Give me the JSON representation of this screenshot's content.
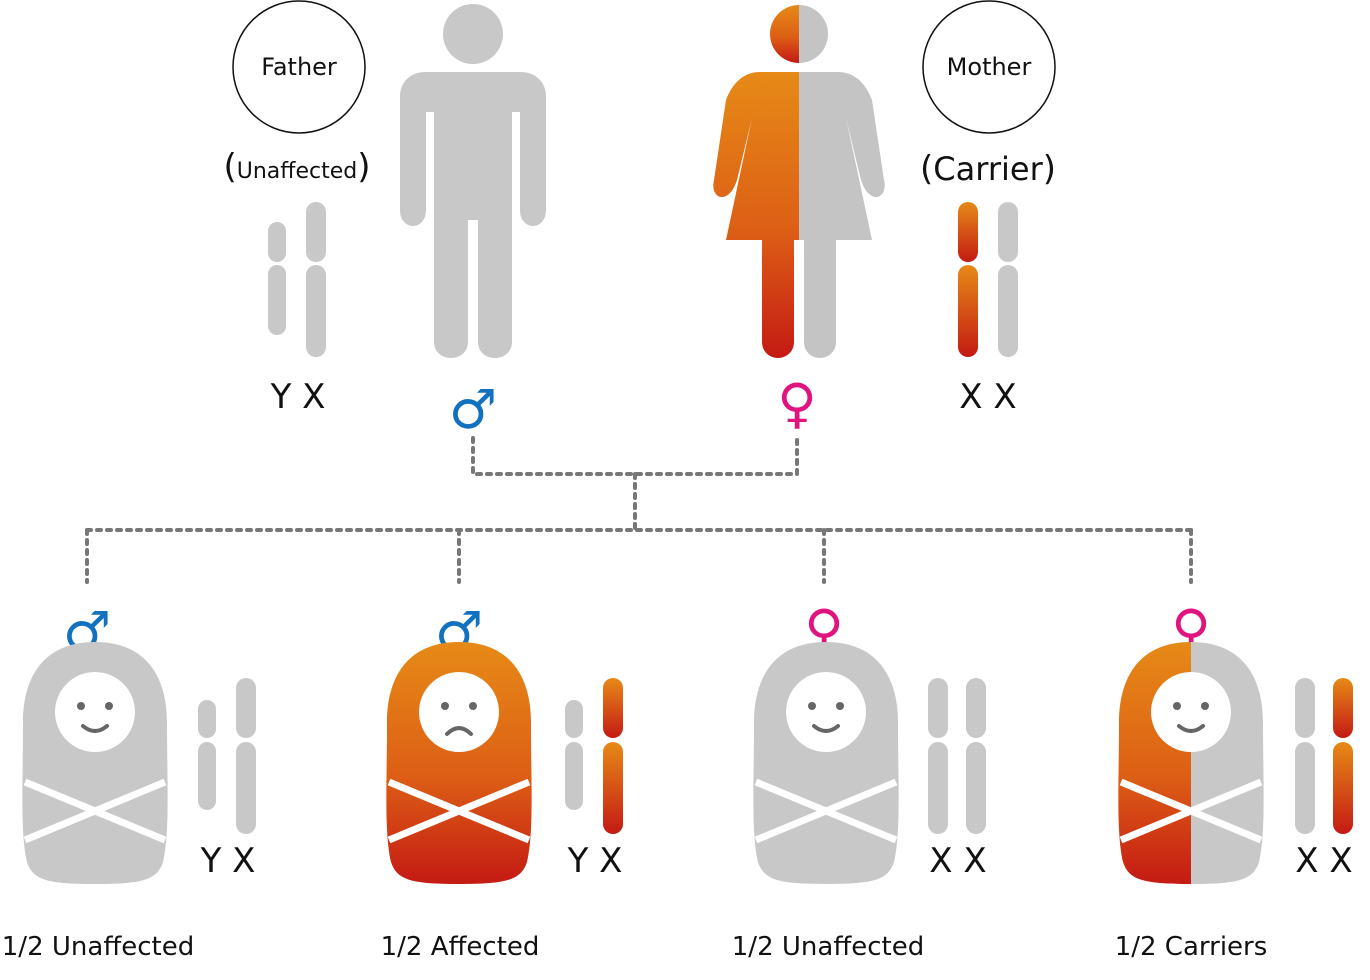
{
  "parents": {
    "father": {
      "label": "Father",
      "status": "Unaffected",
      "chromosomes": "Y X",
      "symbol": "♂"
    },
    "mother": {
      "label": "Mother",
      "status": "Carrier",
      "chromosomes": "X X",
      "symbol": "♀"
    }
  },
  "children": [
    {
      "symbol": "♂",
      "chromosomes": "Y X",
      "caption": "1/2 Unaffected",
      "mood": "happy",
      "coloring": "gray"
    },
    {
      "symbol": "♂",
      "chromosomes": "Y X",
      "caption": "1/2 Affected",
      "mood": "sad",
      "coloring": "orange"
    },
    {
      "symbol": "♀",
      "chromosomes": "X X",
      "caption": "1/2 Unaffected",
      "mood": "happy",
      "coloring": "gray"
    },
    {
      "symbol": "♀",
      "chromosomes": "X X",
      "caption": "1/2 Carriers",
      "mood": "happy",
      "coloring": "half"
    }
  ],
  "colors": {
    "unaffected_gray": "#c8c8c8",
    "affected_top": "#e68a17",
    "affected_bottom": "#c41a14",
    "male_blue": "#1272bf",
    "female_pink": "#e0137f",
    "connector": "#777777",
    "face_features": "#666666"
  }
}
